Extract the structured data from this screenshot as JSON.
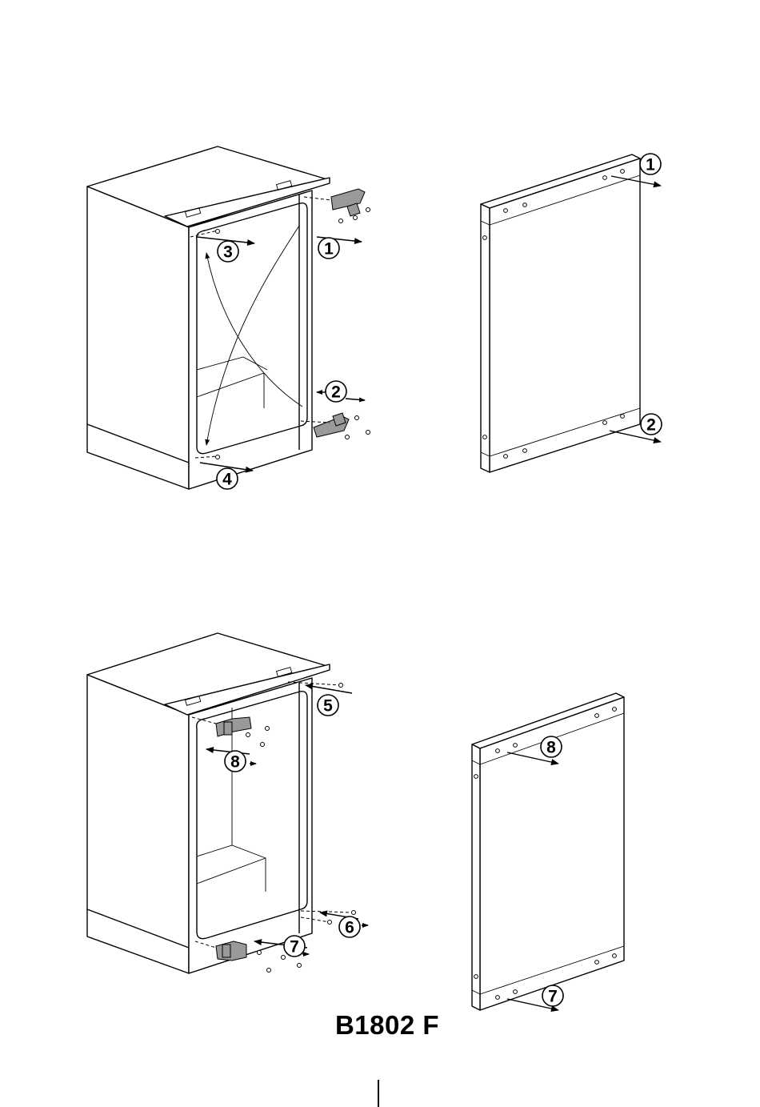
{
  "title": "B1802 F",
  "callouts": {
    "top_view": [
      "1",
      "2",
      "3",
      "4"
    ],
    "top_door": [
      "1",
      "2"
    ],
    "bottom_view": [
      "5",
      "6",
      "7",
      "8"
    ],
    "bottom_door": [
      "8",
      "7"
    ]
  }
}
